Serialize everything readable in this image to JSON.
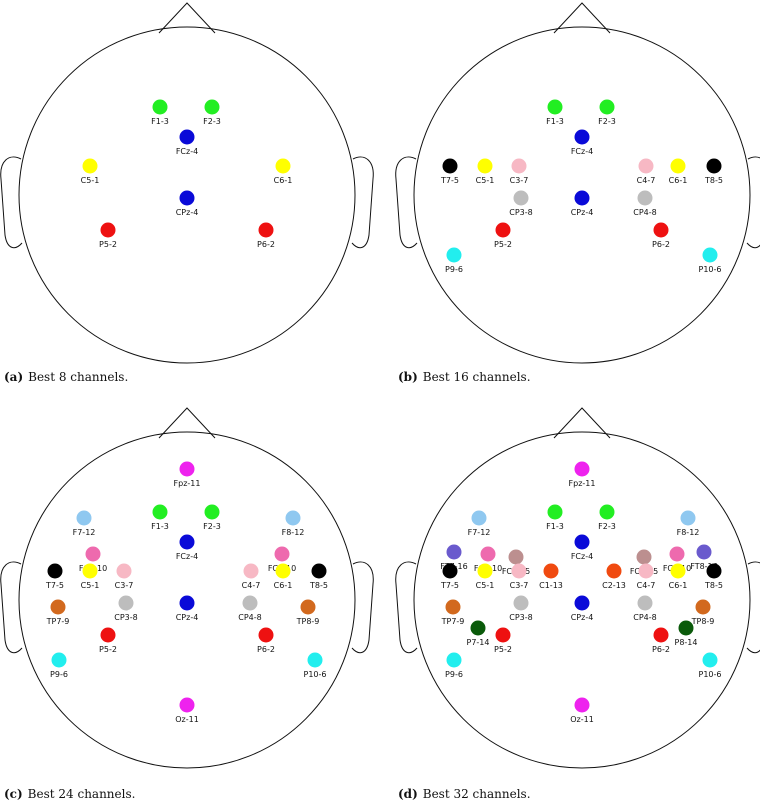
{
  "panels": [
    {
      "letter": "(a)",
      "caption": "Best 8 channels.",
      "electrodes": [
        {
          "label": "F1-3",
          "color": "#22ee22"
        },
        {
          "label": "F2-3",
          "color": "#22ee22"
        },
        {
          "label": "FCz-4",
          "color": "#0a0ad8"
        },
        {
          "label": "C5-1",
          "color": "#ffff00"
        },
        {
          "label": "C6-1",
          "color": "#ffff00"
        },
        {
          "label": "CPz-4",
          "color": "#0a0ad8"
        },
        {
          "label": "P5-2",
          "color": "#ee1111"
        },
        {
          "label": "P6-2",
          "color": "#ee1111"
        }
      ]
    },
    {
      "letter": "(b)",
      "caption": "Best 16 channels.",
      "electrodes": [
        {
          "label": "F1-3",
          "color": "#22ee22"
        },
        {
          "label": "F2-3",
          "color": "#22ee22"
        },
        {
          "label": "FCz-4",
          "color": "#0a0ad8"
        },
        {
          "label": "T7-5",
          "color": "#000000"
        },
        {
          "label": "C5-1",
          "color": "#ffff00"
        },
        {
          "label": "C3-7",
          "color": "#f7b8c4"
        },
        {
          "label": "C4-7",
          "color": "#f7b8c4"
        },
        {
          "label": "C6-1",
          "color": "#ffff00"
        },
        {
          "label": "T8-5",
          "color": "#000000"
        },
        {
          "label": "CP3-8",
          "color": "#bdbdbd"
        },
        {
          "label": "CPz-4",
          "color": "#0a0ad8"
        },
        {
          "label": "CP4-8",
          "color": "#bdbdbd"
        },
        {
          "label": "P5-2",
          "color": "#ee1111"
        },
        {
          "label": "P6-2",
          "color": "#ee1111"
        },
        {
          "label": "P9-6",
          "color": "#22eeee"
        },
        {
          "label": "P10-6",
          "color": "#22eeee"
        }
      ]
    },
    {
      "letter": "(c)",
      "caption": "Best 24 channels.",
      "electrodes": [
        {
          "label": "Fpz-11",
          "color": "#ee22ee"
        },
        {
          "label": "F7-12",
          "color": "#8fc8f0"
        },
        {
          "label": "F1-3",
          "color": "#22ee22"
        },
        {
          "label": "F2-3",
          "color": "#22ee22"
        },
        {
          "label": "F8-12",
          "color": "#8fc8f0"
        },
        {
          "label": "FC5-10",
          "color": "#ee6aae"
        },
        {
          "label": "FCz-4",
          "color": "#0a0ad8"
        },
        {
          "label": "FC6-10",
          "color": "#ee6aae"
        },
        {
          "label": "T7-5",
          "color": "#000000"
        },
        {
          "label": "C5-1",
          "color": "#ffff00"
        },
        {
          "label": "C3-7",
          "color": "#f7b8c4"
        },
        {
          "label": "C4-7",
          "color": "#f7b8c4"
        },
        {
          "label": "C6-1",
          "color": "#ffff00"
        },
        {
          "label": "T8-5",
          "color": "#000000"
        },
        {
          "label": "TP7-9",
          "color": "#d2691e"
        },
        {
          "label": "CP3-8",
          "color": "#bdbdbd"
        },
        {
          "label": "CPz-4",
          "color": "#0a0ad8"
        },
        {
          "label": "CP4-8",
          "color": "#bdbdbd"
        },
        {
          "label": "TP8-9",
          "color": "#d2691e"
        },
        {
          "label": "P5-2",
          "color": "#ee1111"
        },
        {
          "label": "P6-2",
          "color": "#ee1111"
        },
        {
          "label": "P9-6",
          "color": "#22eeee"
        },
        {
          "label": "P10-6",
          "color": "#22eeee"
        },
        {
          "label": "Oz-11",
          "color": "#ee22ee"
        }
      ]
    },
    {
      "letter": "(d)",
      "caption": "Best 32 channels.",
      "electrodes": [
        {
          "label": "Fpz-11",
          "color": "#ee22ee"
        },
        {
          "label": "F7-12",
          "color": "#8fc8f0"
        },
        {
          "label": "F1-3",
          "color": "#22ee22"
        },
        {
          "label": "F2-3",
          "color": "#22ee22"
        },
        {
          "label": "F8-12",
          "color": "#8fc8f0"
        },
        {
          "label": "FT7-16",
          "color": "#6a5acd"
        },
        {
          "label": "FC5-10",
          "color": "#ee6aae"
        },
        {
          "label": "FC3-15",
          "color": "#bc8f8f"
        },
        {
          "label": "FCz-4",
          "color": "#0a0ad8"
        },
        {
          "label": "FC4-15",
          "color": "#bc8f8f"
        },
        {
          "label": "FC6-10",
          "color": "#ee6aae"
        },
        {
          "label": "FT8-16",
          "color": "#6a5acd"
        },
        {
          "label": "T7-5",
          "color": "#000000"
        },
        {
          "label": "C5-1",
          "color": "#ffff00"
        },
        {
          "label": "C3-7",
          "color": "#f7b8c4"
        },
        {
          "label": "C1-13",
          "color": "#f04a10"
        },
        {
          "label": "C2-13",
          "color": "#f04a10"
        },
        {
          "label": "C4-7",
          "color": "#f7b8c4"
        },
        {
          "label": "C6-1",
          "color": "#ffff00"
        },
        {
          "label": "T8-5",
          "color": "#000000"
        },
        {
          "label": "TP7-9",
          "color": "#d2691e"
        },
        {
          "label": "CP3-8",
          "color": "#bdbdbd"
        },
        {
          "label": "CPz-4",
          "color": "#0a0ad8"
        },
        {
          "label": "CP4-8",
          "color": "#bdbdbd"
        },
        {
          "label": "TP8-9",
          "color": "#d2691e"
        },
        {
          "label": "P7-14",
          "color": "#0a5a0a"
        },
        {
          "label": "P5-2",
          "color": "#ee1111"
        },
        {
          "label": "P6-2",
          "color": "#ee1111"
        },
        {
          "label": "P8-14",
          "color": "#0a5a0a"
        },
        {
          "label": "P9-6",
          "color": "#22eeee"
        },
        {
          "label": "P10-6",
          "color": "#22eeee"
        },
        {
          "label": "Oz-11",
          "color": "#ee22ee"
        }
      ]
    }
  ]
}
